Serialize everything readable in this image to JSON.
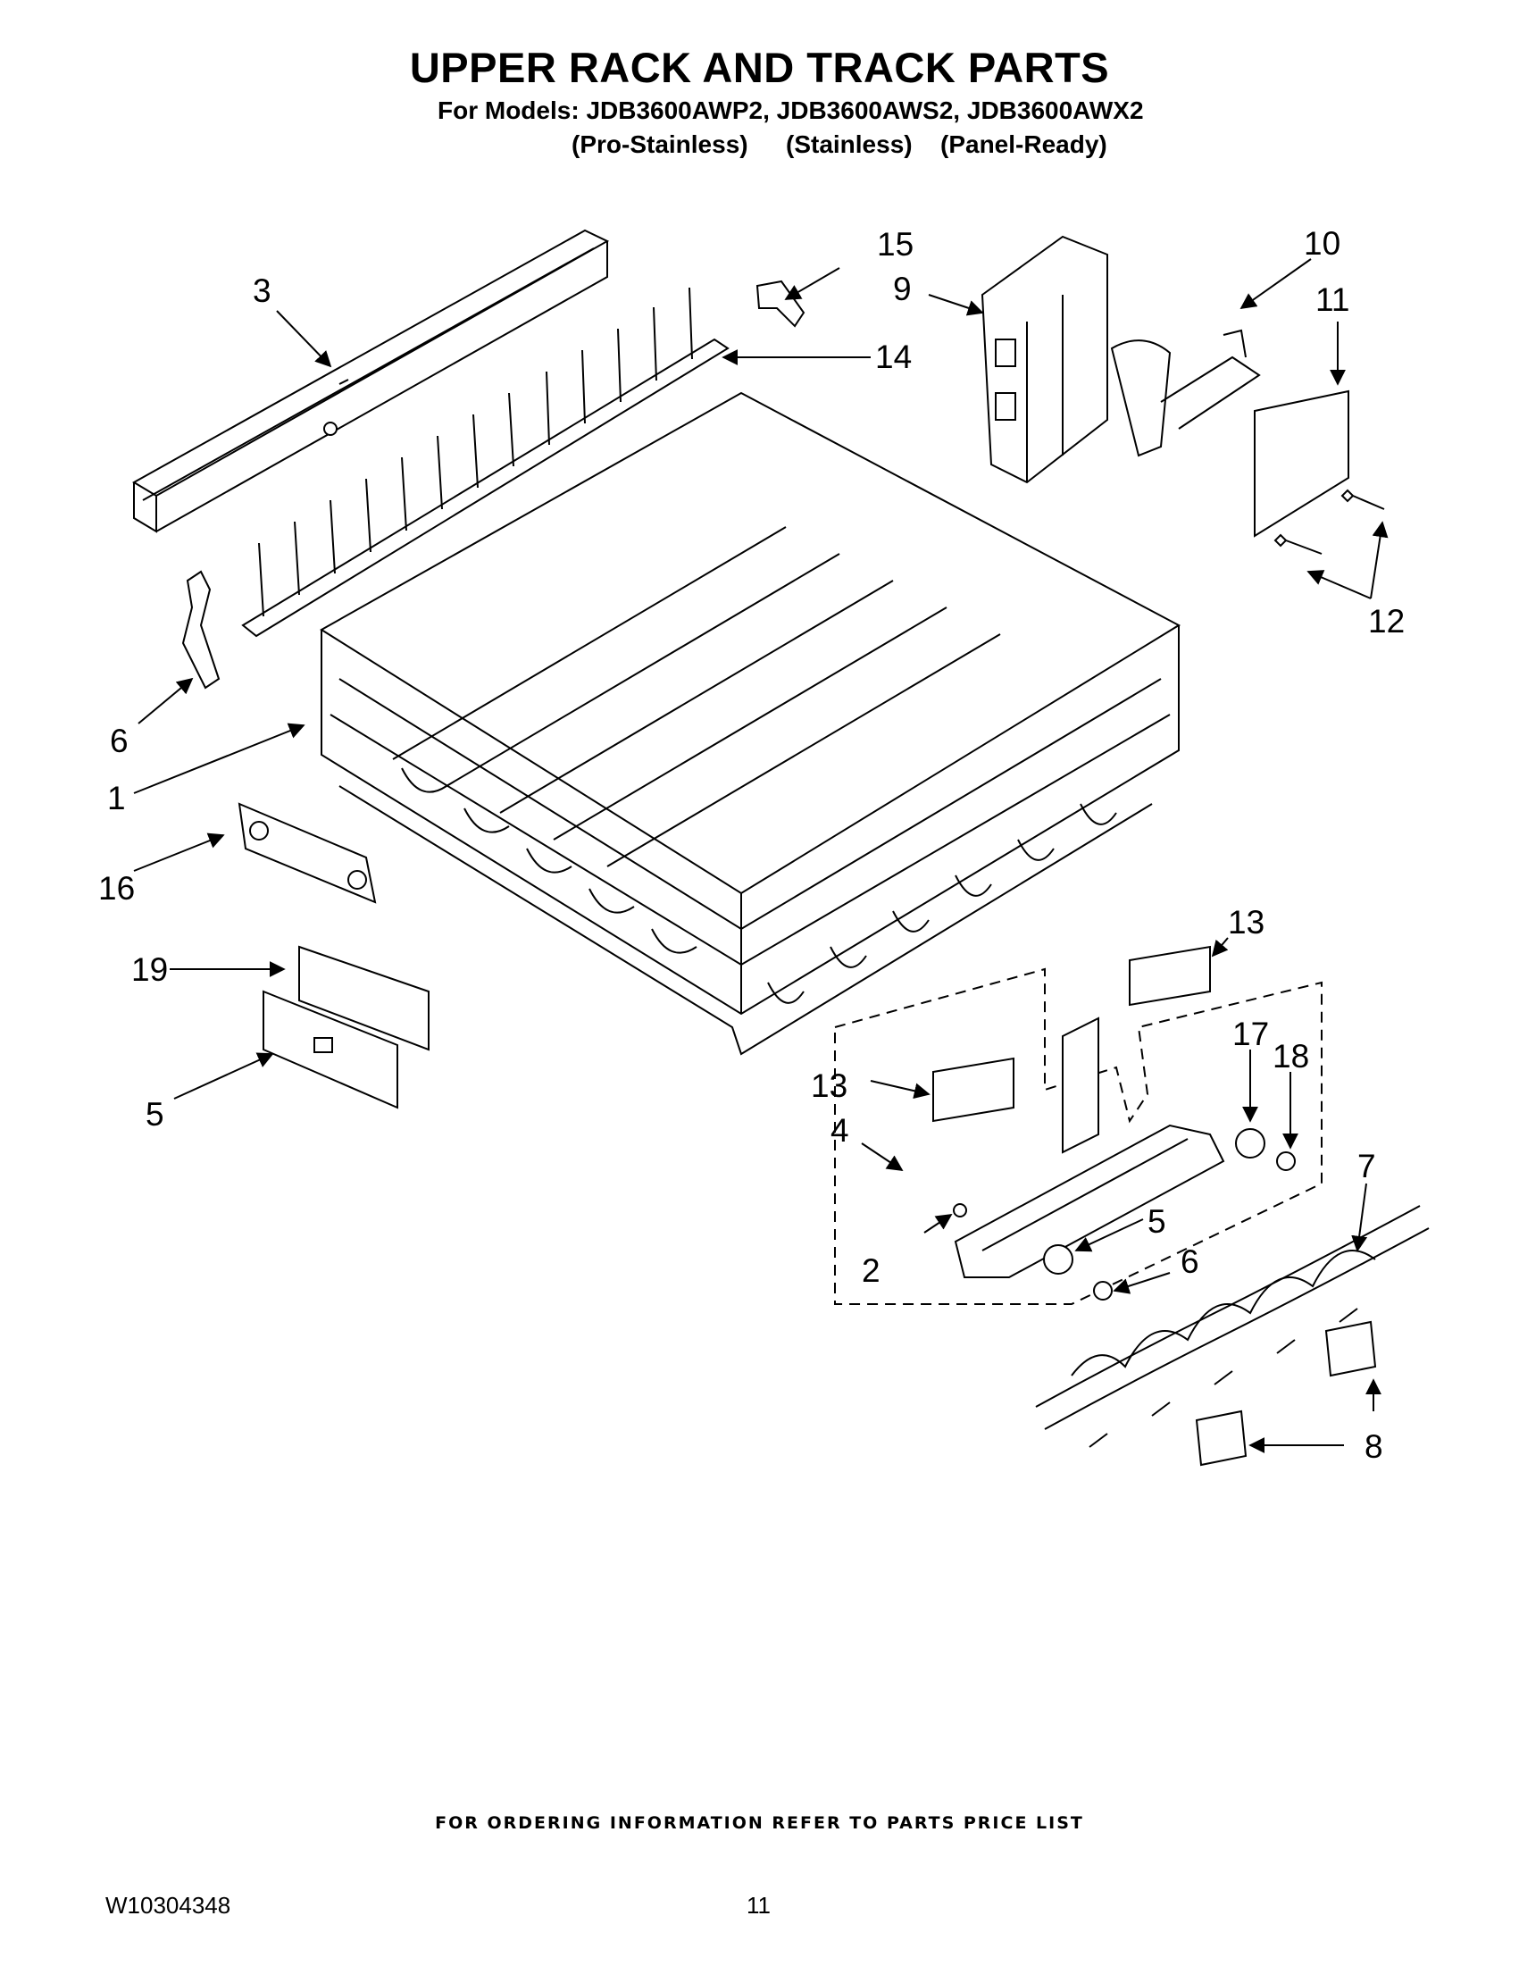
{
  "header": {
    "title": "UPPER RACK AND TRACK PARTS",
    "models_line": "For Models: JDB3600AWP2, JDB3600AWS2, JDB3600AWX2",
    "variants": [
      "(Pro-Stainless)",
      "(Stainless)",
      "(Panel-Ready)"
    ]
  },
  "callouts": [
    "1",
    "2",
    "3",
    "4",
    "5",
    "5",
    "6",
    "6",
    "7",
    "8",
    "9",
    "10",
    "11",
    "12",
    "13",
    "13",
    "14",
    "15",
    "16",
    "17",
    "18",
    "19"
  ],
  "footer": {
    "ordering_note": "FOR ORDERING INFORMATION REFER TO PARTS PRICE LIST",
    "document_number": "W10304348",
    "page_number": "11"
  }
}
